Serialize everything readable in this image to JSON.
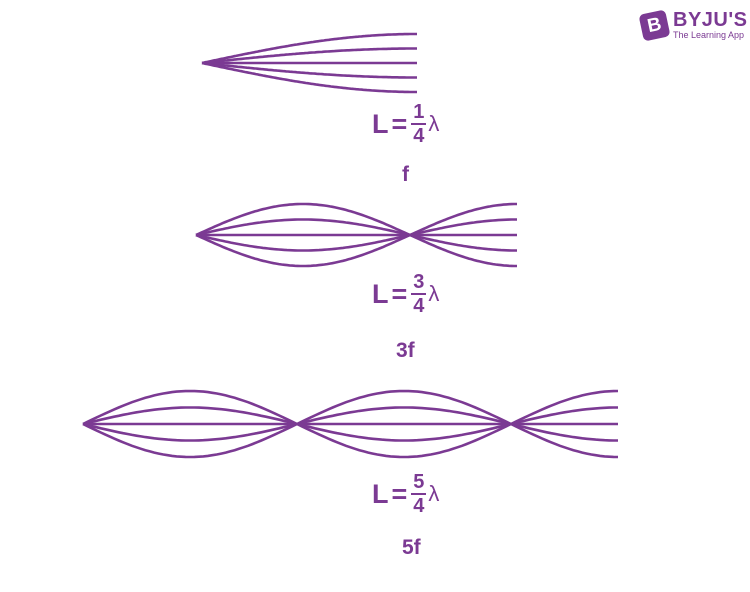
{
  "colors": {
    "wave": "#7b3a93",
    "text": "#7b3a93"
  },
  "logo": {
    "mark": "B",
    "brand": "BYJU'S",
    "tagline": "The Learning App"
  },
  "harmonics": [
    {
      "equation": {
        "lhs": "L",
        "equals": "=",
        "numerator": "1",
        "denominator": "4",
        "symbol": "λ"
      },
      "frequency": "f",
      "quarter_wavelengths": 1
    },
    {
      "equation": {
        "lhs": "L",
        "equals": "=",
        "numerator": "3",
        "denominator": "4",
        "symbol": "λ"
      },
      "frequency": "3f",
      "quarter_wavelengths": 3
    },
    {
      "equation": {
        "lhs": "L",
        "equals": "=",
        "numerator": "5",
        "denominator": "4",
        "symbol": "λ"
      },
      "frequency": "5f",
      "quarter_wavelengths": 5
    }
  ]
}
